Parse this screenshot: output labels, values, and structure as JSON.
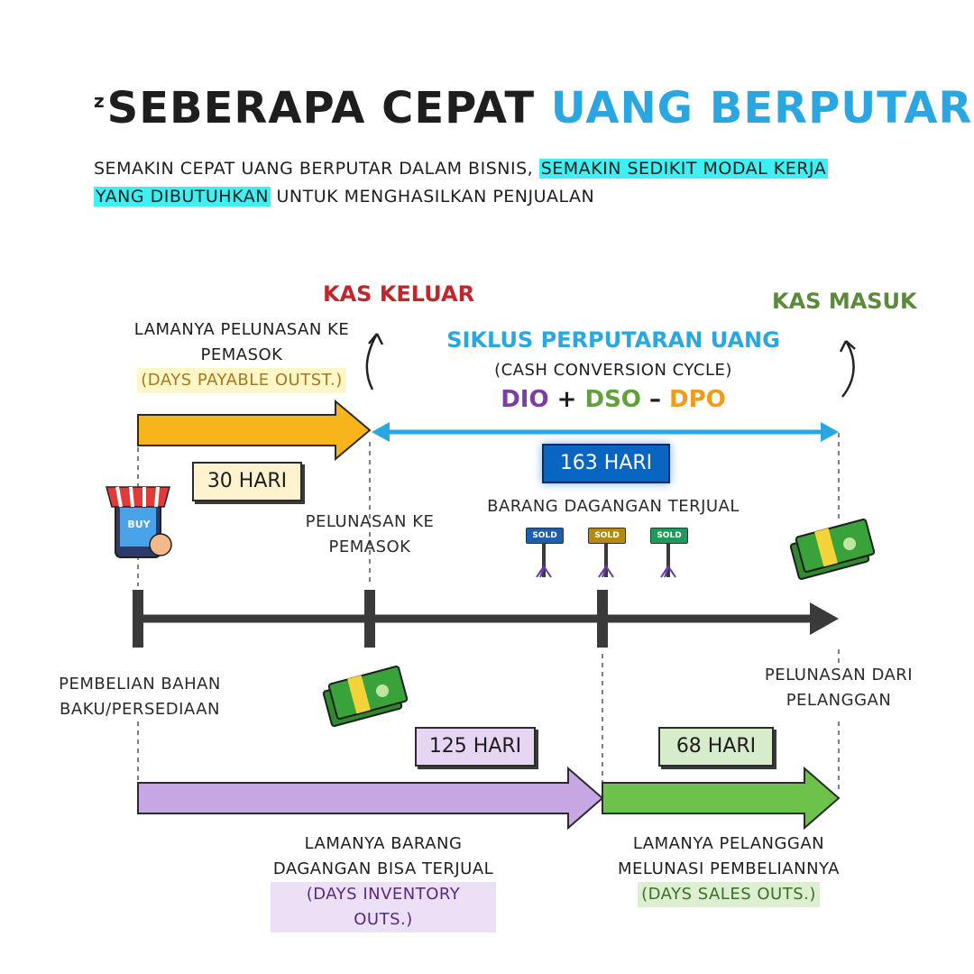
{
  "title": {
    "prefix": "SEBERAPA CEPAT",
    "accent": "UANG BERPUTAR?",
    "superscript": "z"
  },
  "subtitle": {
    "part1": "SEMAKIN CEPAT UANG BERPUTAR DALAM BISNIS,",
    "highlight1": "SEMAKIN SEDIKIT MODAL KERJA",
    "highlight2": "YANG DIBUTUHKAN",
    "part2": "UNTUK MENGHASILKAN PENJUALAN"
  },
  "cash_out": "KAS KELUAR",
  "cash_in": "KAS MASUK",
  "dpo": {
    "line1": "LAMANYA PELUNASAN KE",
    "line2": "PEMASOK",
    "acronym": "(DAYS PAYABLE OUTST.)",
    "days": "30 HARI"
  },
  "ccc": {
    "title": "SIKLUS PERPUTARAN UANG",
    "subtitle": "(CASH CONVERSION CYCLE)",
    "formula_dio": "DIO",
    "formula_plus": "+",
    "formula_dso": "DSO",
    "formula_minus": "–",
    "formula_dpo": "DPO",
    "days": "163 HARI"
  },
  "events": {
    "buy_icon_text": "BUY",
    "payment_supplier_line1": "PELUNASAN KE",
    "payment_supplier_line2": "PEMASOK",
    "goods_sold": "BARANG DAGANGAN TERJUAL",
    "sold_tag": "SOLD",
    "purchase_line1": "PEMBELIAN BAHAN",
    "purchase_line2": "BAKU/PERSEDIAAN",
    "customer_payment_line1": "PELUNASAN DARI",
    "customer_payment_line2": "PELANGGAN"
  },
  "dio": {
    "days": "125 HARI",
    "line1": "LAMANYA BARANG",
    "line2": "DAGANGAN BISA TERJUAL",
    "acronym": "(DAYS INVENTORY OUTS.)"
  },
  "dso": {
    "days": "68 HARI",
    "line1": "LAMANYA PELANGGAN",
    "line2": "MELUNASI PEMBELIANNYA",
    "acronym": "(DAYS SALES OUTS.)"
  },
  "colors": {
    "cash_out": "#c0272d",
    "cash_in": "#5a8a3a",
    "accent_blue": "#2aa7e0",
    "dpo_arrow": "#f7b41b",
    "dio_arrow": "#c7a6e4",
    "dso_arrow": "#6cc24a",
    "ccc_box": "#0a64c2",
    "dio_text": "#7b3fa0",
    "dso_text": "#62a13a",
    "dpo_text": "#f29b1a",
    "timeline": "#3a3a3a"
  }
}
